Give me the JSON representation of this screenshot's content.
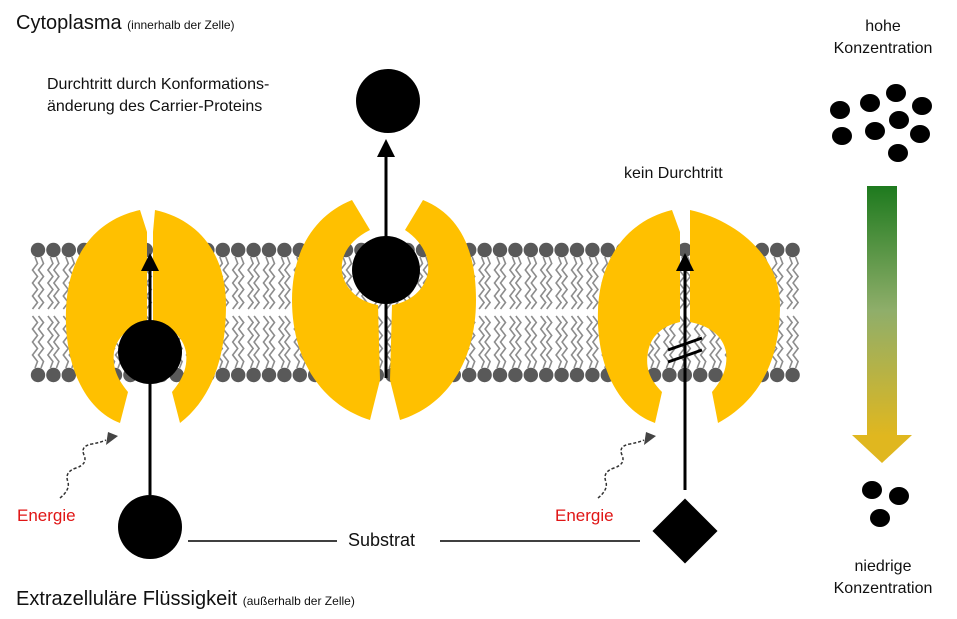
{
  "cytoplasm": {
    "title": "Cytoplasma",
    "note": "(innerhalb der Zelle)"
  },
  "extracellular": {
    "title": "Extrazelluläre Flüssigkeit",
    "note": "(außerhalb der Zelle)"
  },
  "passage": {
    "line1": "Durchtritt durch Konformations-",
    "line2": "änderung des Carrier-Proteins"
  },
  "no_passage": "kein Durchtritt",
  "energy_left": "Energie",
  "energy_right": "Energie",
  "substrate": "Substrat",
  "high_conc": {
    "line1": "hohe",
    "line2": "Konzentration"
  },
  "low_conc": {
    "line1": "niedrige",
    "line2": "Konzentration"
  },
  "colors": {
    "carrier": "#FFC000",
    "lipid": "#595959",
    "energy": "#E01515",
    "gradient_top": "#1E7A1E",
    "gradient_bottom": "#E0B71F"
  }
}
